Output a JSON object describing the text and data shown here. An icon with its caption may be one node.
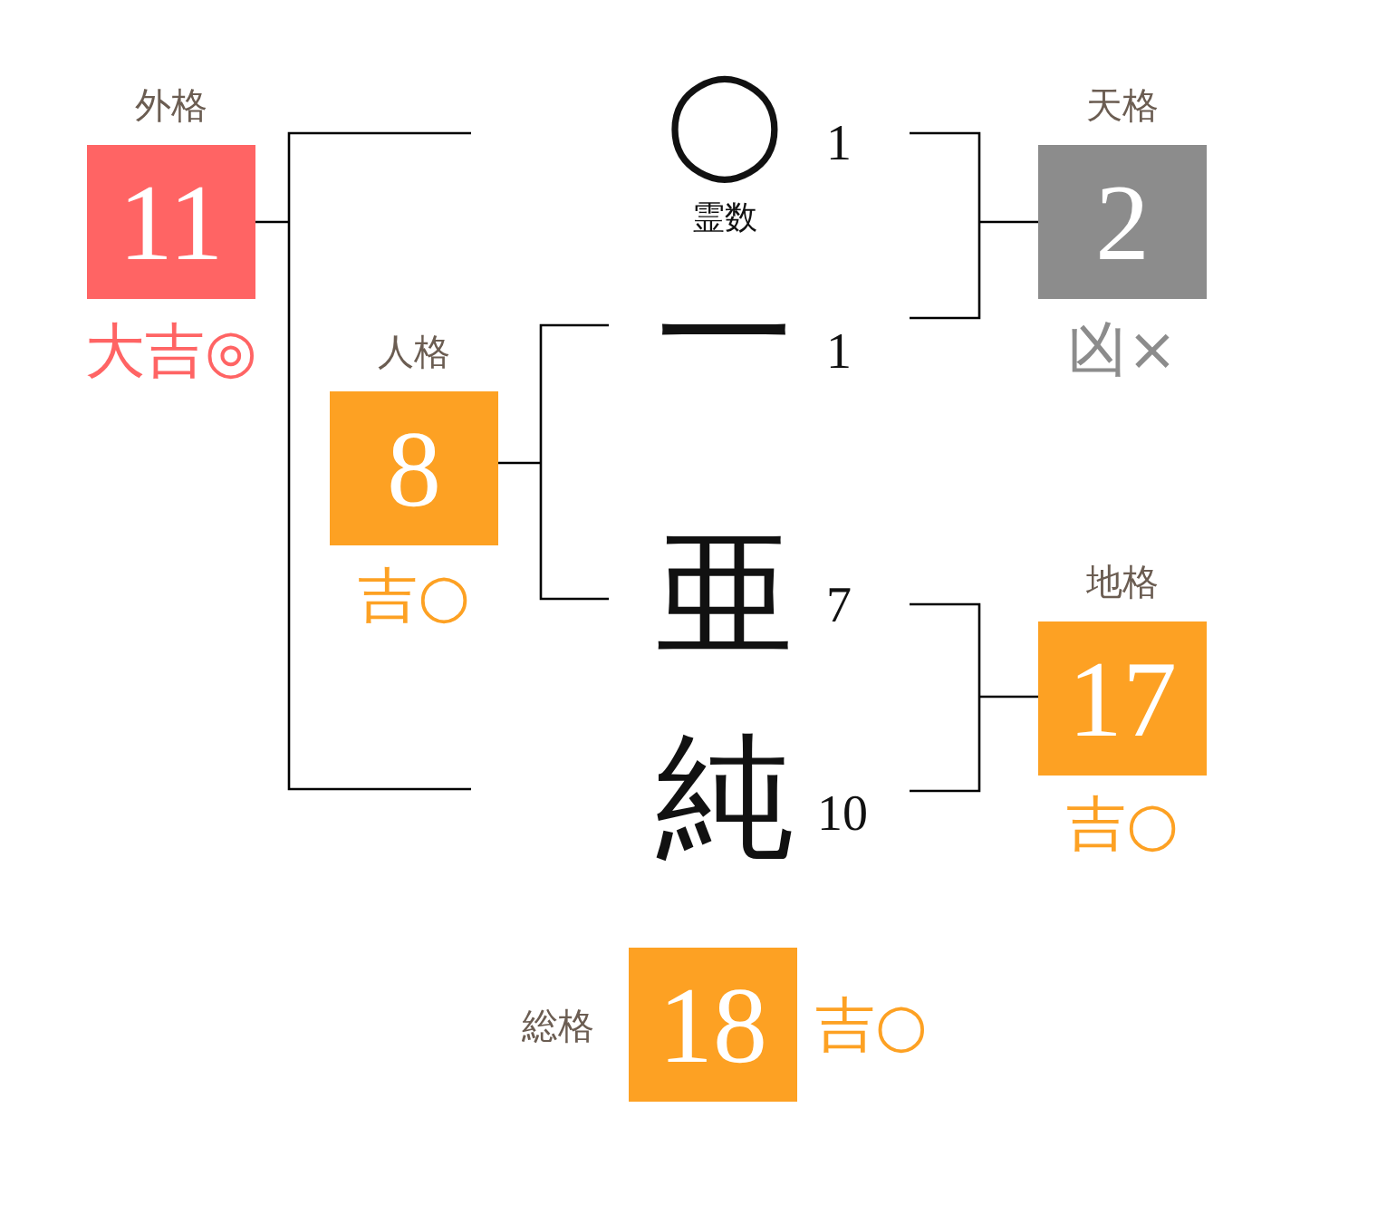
{
  "diagram": {
    "nodes": [
      {
        "text": [
          "外格",
          "11"
        ],
        "beside": [
          "大吉◎"
        ]
      },
      {
        "text": [
          "天格",
          "2"
        ],
        "beside": [
          "凶×"
        ]
      },
      {
        "text": [
          "人格",
          "8"
        ],
        "beside": [
          "吉○"
        ]
      },
      {
        "text": [
          "地格",
          "17"
        ],
        "beside": [
          "吉○"
        ]
      },
      {
        "text": [
          "総格",
          "18"
        ],
        "beside": [
          "吉○"
        ]
      }
    ],
    "labels": [
      "◯",
      "1",
      "霊数",
      "一",
      "1",
      "亜",
      "7",
      "純",
      "10"
    ]
  }
}
